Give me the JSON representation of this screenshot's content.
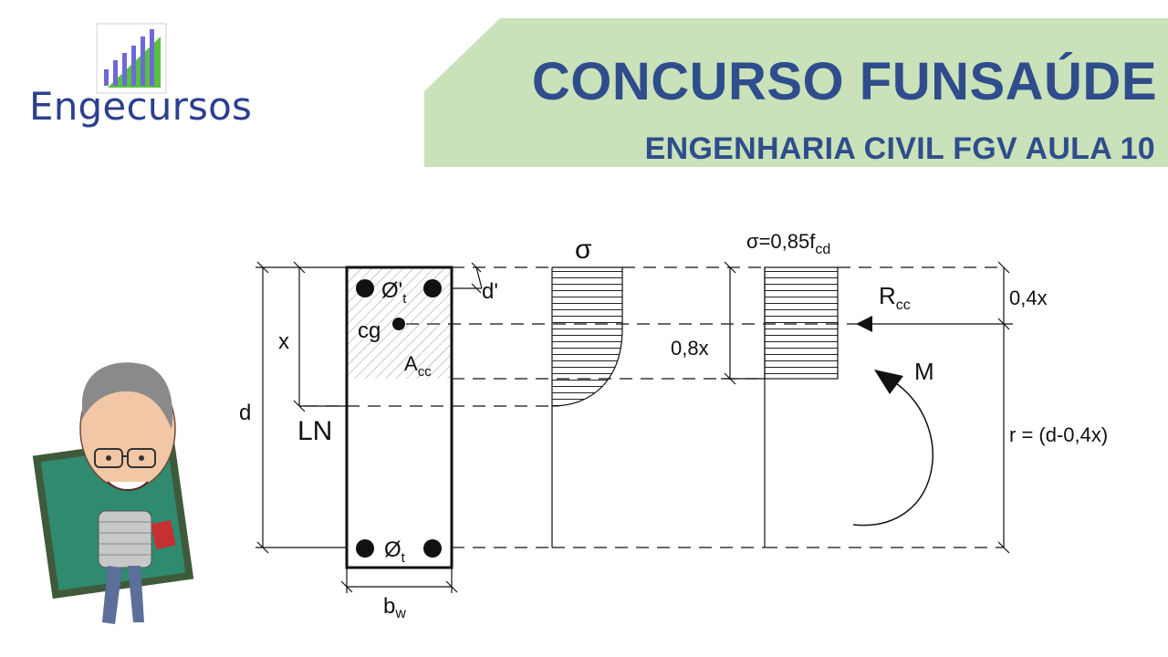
{
  "header": {
    "brand": "Engecursos",
    "title": "CONCURSO FUNSAÚDE",
    "subtitle": "ENGENHARIA CIVIL FGV AULA 10",
    "banner_color": "#c9e2b9",
    "title_color": "#2f4d8c",
    "logo_icon": "bar-chart-growth-icon"
  },
  "diagram": {
    "labels": {
      "d": "d",
      "x": "x",
      "ln": "LN",
      "cg": "cg",
      "dprime": "d'",
      "bw_main": "b",
      "bw_sub": "w",
      "acc_main": "A",
      "acc_sub": "cc",
      "top_bar_main": "Ø'",
      "top_bar_sub": "t",
      "bottom_bar_main": "Ø",
      "bottom_bar_sub": "t",
      "sigma": "σ",
      "sigma_rect_main": "σ=0,85f",
      "sigma_rect_sub": "cd",
      "height_08x": "0,8x",
      "rcc_main": "R",
      "rcc_sub": "cc",
      "moment": "M",
      "arm_04x": "0,4x",
      "lever_arm": "r = (d-0,4x)"
    },
    "mascot": "teacher-caricature-icon"
  }
}
